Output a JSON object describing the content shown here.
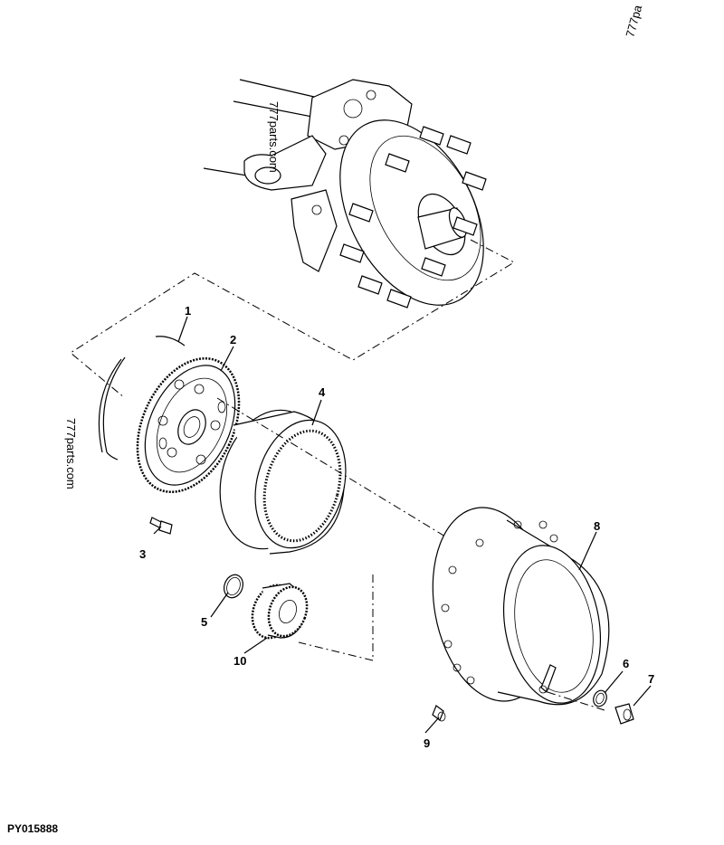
{
  "figure_id": "PY015888",
  "watermarks": [
    "777parts.com",
    "777parts.com",
    "777pa"
  ],
  "callouts": [
    "1",
    "2",
    "3",
    "4",
    "5",
    "6",
    "7",
    "8",
    "9",
    "10"
  ]
}
